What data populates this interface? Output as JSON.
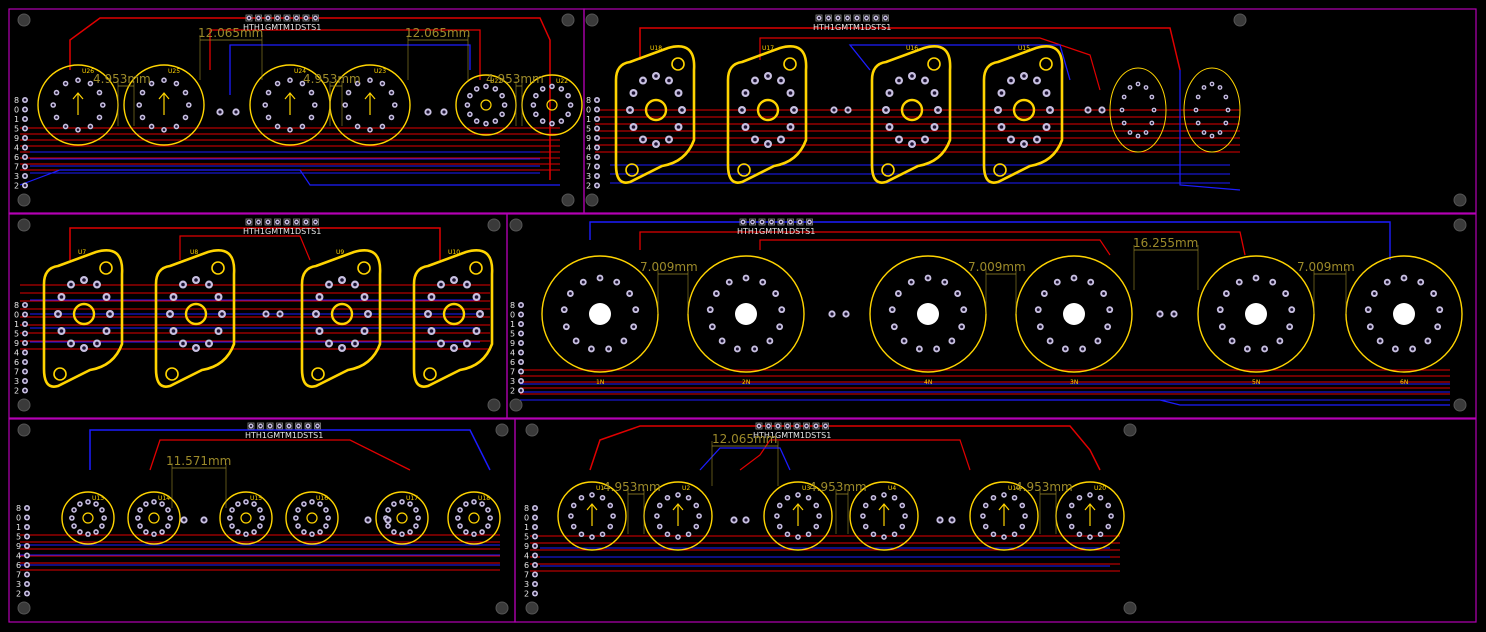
{
  "board_outline_color": "#b400b4",
  "colors": {
    "top_copper": "#e00000",
    "bottom_copper": "#1c1cff",
    "silkscreen": "#ffd400",
    "pad": "#c8c0e0",
    "hole": "#000000",
    "dimension": "#9c8a2a",
    "mount_hole": "#3a3a3a"
  },
  "header_label": "HTH1GMTM1DSTS1",
  "side_digits": [
    "8",
    "0",
    "1",
    "5",
    "9",
    "4",
    "6",
    "7",
    "3",
    "2"
  ],
  "boards": [
    {
      "name": "board-1",
      "dimensions": [
        "12.065mm",
        "12.065mm",
        "4.953mm",
        "4.953mm",
        "4.953mm"
      ],
      "tubes": [
        "U26",
        "U25",
        "U24",
        "U23",
        "U22"
      ]
    },
    {
      "name": "board-2",
      "tubes": [
        "U18",
        "U17",
        "U16",
        "U15"
      ]
    },
    {
      "name": "board-3",
      "tubes": [
        "U7",
        "U8",
        "U9",
        "U10"
      ]
    },
    {
      "name": "board-4",
      "dimensions": [
        "7.009mm",
        "7.009mm",
        "16.255mm",
        "7.009mm"
      ],
      "tubes": [
        "1N",
        "2N",
        "4N",
        "3N",
        "5N",
        "6N"
      ]
    },
    {
      "name": "board-5",
      "dimensions": [
        "11.571mm"
      ],
      "tubes": [
        "U13",
        "U14",
        "U15",
        "U16",
        "U17",
        "U18"
      ]
    },
    {
      "name": "board-6",
      "dimensions": [
        "12.065mm",
        "4.953mm",
        "4.953mm",
        "4.953mm"
      ],
      "tubes": [
        "U1",
        "U2",
        "U3",
        "U4",
        "U19",
        "U20"
      ]
    }
  ]
}
